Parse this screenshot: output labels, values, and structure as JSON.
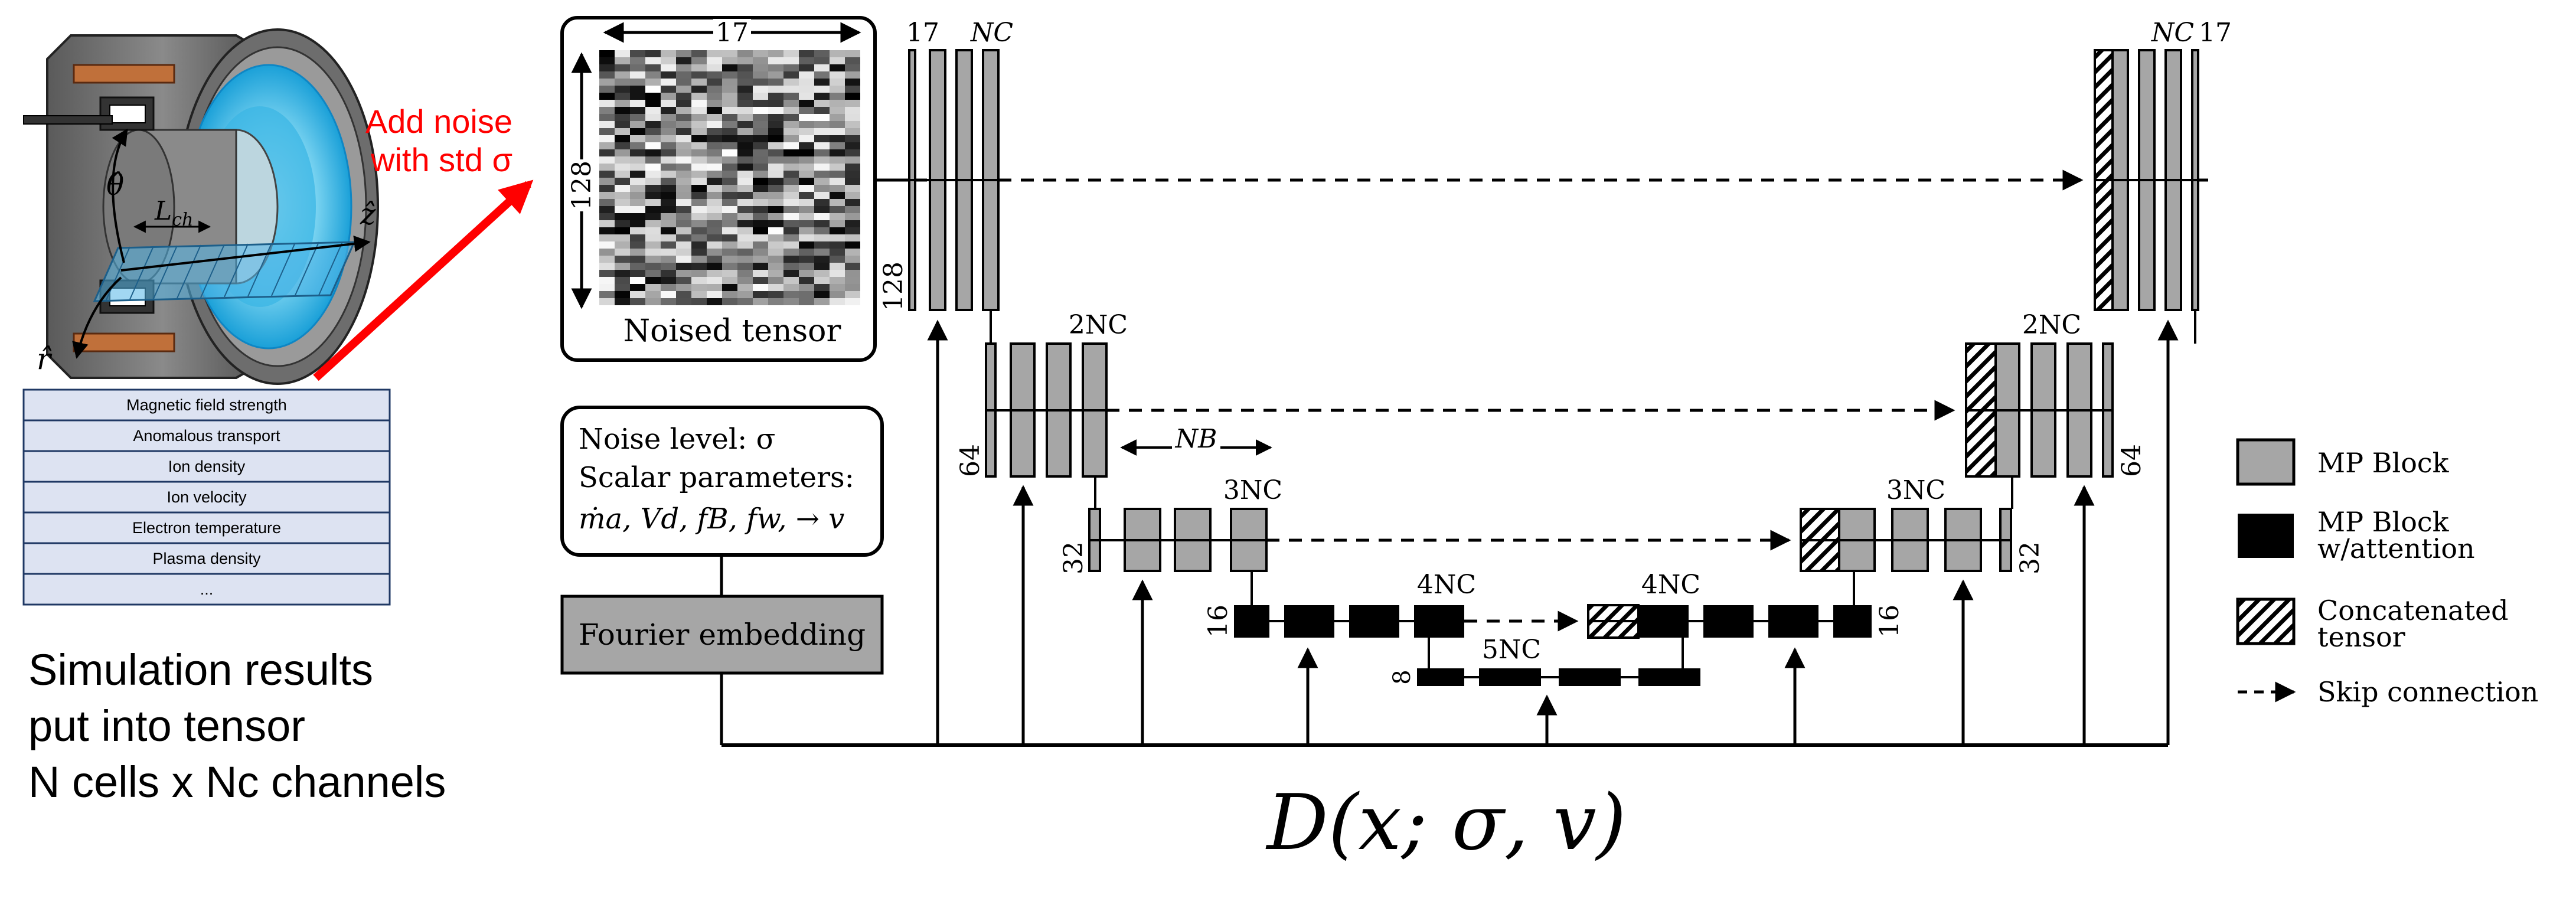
{
  "thruster": {
    "axis_theta": "θ̂",
    "axis_r": "r̂",
    "axis_z": "ẑ",
    "label_lch": "L",
    "label_lch_sub": "ch"
  },
  "noise_note": {
    "line1": "Add noise",
    "line2": "with std σ"
  },
  "variables_table": {
    "rows": [
      "Magnetic field strength",
      "Anomalous transport",
      "Ion density",
      "Ion velocity",
      "Electron temperature",
      "Plasma density",
      "..."
    ]
  },
  "simulation_caption": {
    "line1": "Simulation results",
    "line2": "put into tensor",
    "line3": "N cells x Nc channels"
  },
  "noised_tensor": {
    "label": "Noised tensor",
    "width_label": "17",
    "height_label": "128"
  },
  "noise_box": {
    "line1": "Noise level: σ",
    "line2": "Scalar parameters:",
    "line3": "ṁa, Vd, fB, fw, → v"
  },
  "fourier": {
    "label": "Fourier embedding"
  },
  "unet": {
    "top_in_17": "17",
    "top_in_nc": "NC",
    "top_out_nc": "NC",
    "top_out_17": "17",
    "level1_size": "128",
    "level2_chan": "2NC",
    "level2_chan_right": "2NC",
    "level2_size_left": "64",
    "level2_size_right": "64",
    "nb_label": "NB",
    "level3_chan": "3NC",
    "level3_chan_right": "3NC",
    "level3_size_left": "32",
    "level3_size_right": "32",
    "level4_chan": "4NC",
    "level4_chan_right": "4NC",
    "level4_size_left": "16",
    "level4_size_right": "16",
    "level5_chan": "5NC",
    "level5_size": "8"
  },
  "legend": {
    "mp_block": "MP Block",
    "mp_attention_1": "MP Block",
    "mp_attention_2": "w/attention",
    "concat_1": "Concatenated",
    "concat_2": "tensor",
    "skip": "Skip connection"
  },
  "formula": {
    "text": "D(x; σ, v)"
  },
  "colors": {
    "gray_block": "#a6a6a6",
    "black_block": "#000000",
    "red_arrow": "#ff0000",
    "table_fill": "#dde3f2",
    "table_border": "#1f3864",
    "fourier_fill": "#a6a6a6",
    "plasma_blue": "#38b8e0"
  }
}
